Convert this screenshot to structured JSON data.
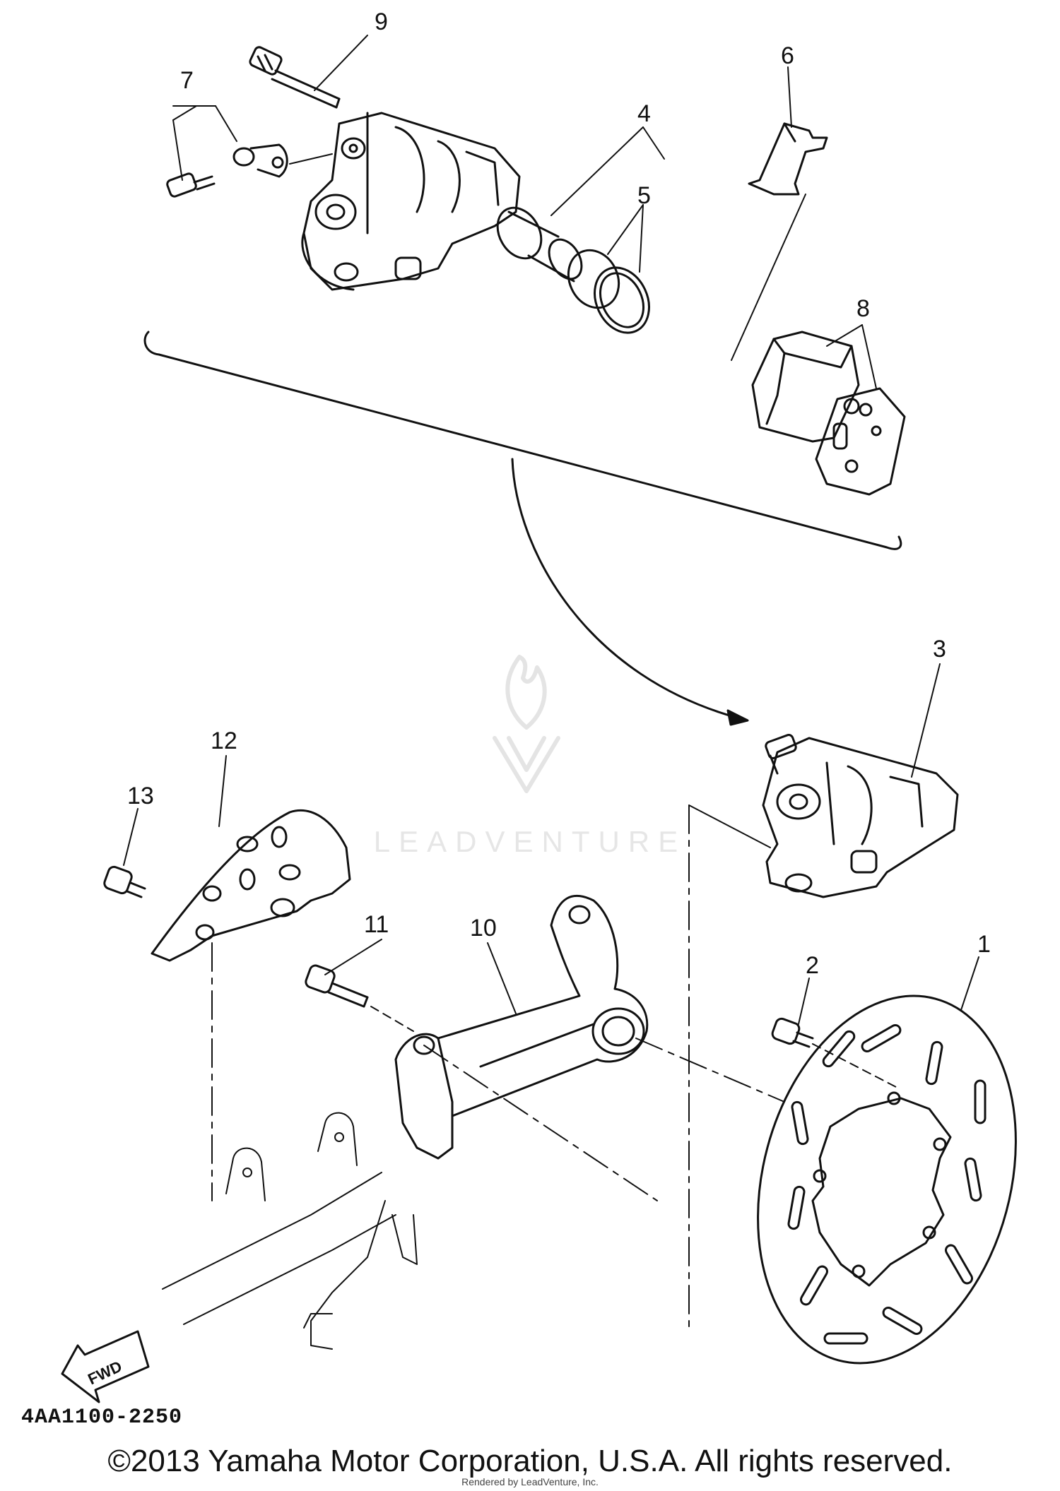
{
  "callouts": [
    "1",
    "2",
    "3",
    "4",
    "5",
    "6",
    "7",
    "8",
    "9",
    "10",
    "11",
    "12",
    "13"
  ],
  "direction_label": "FWD",
  "drawing_code": "4AA1100-2250",
  "copyright": "©2013 Yamaha Motor Corporation, U.S.A. All rights reserved.",
  "rendered_by": "Rendered by LeadVenture, Inc.",
  "watermark": "LEADVENTURE"
}
